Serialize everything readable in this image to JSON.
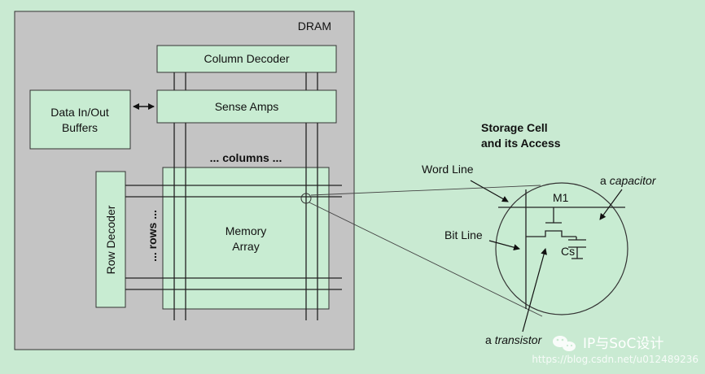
{
  "dram": {
    "title": "DRAM",
    "column_decoder": "Column Decoder",
    "sense_amps": "Sense Amps",
    "data_buffers_line1": "Data In/Out",
    "data_buffers_line2": "Buffers",
    "row_decoder": "Row Decoder",
    "columns_label": "... columns ...",
    "rows_label": "... rows ...",
    "memory_array_line1": "Memory",
    "memory_array_line2": "Array"
  },
  "storage_cell": {
    "heading_line1": "Storage Cell",
    "heading_line2": "and its Access",
    "word_line": "Word Line",
    "bit_line": "Bit Line",
    "capacitor_article": "a ",
    "capacitor_word": "capacitor",
    "transistor_article": "a ",
    "transistor_word": "transistor",
    "m1": "M1",
    "cs": "Cs"
  },
  "watermark": {
    "brand": "IP与SoC设计",
    "url": "https://blog.csdn.net/u012489236"
  },
  "colors": {
    "background": "#c9ead2",
    "dram_body": "#c4c4c4",
    "block_fill": "#c8ecd2",
    "stroke": "#333333"
  }
}
